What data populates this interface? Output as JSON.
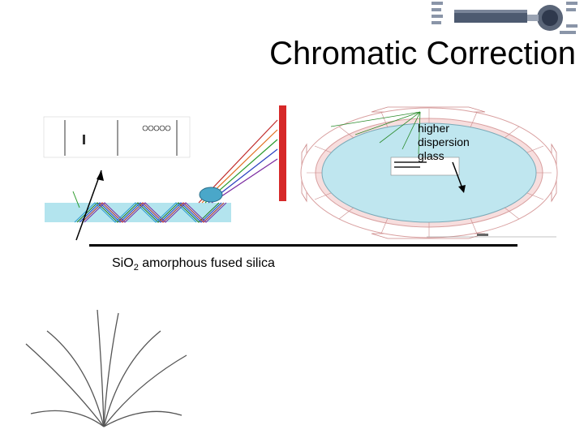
{
  "title": "Chromatic Correction",
  "caption": {
    "formula_main": "Si",
    "formula_element": "O",
    "formula_subscript": "2",
    "description": " amorphous fused silica"
  },
  "callout": {
    "line1": "higher",
    "line2": "dispersion",
    "line3": "glass"
  },
  "colors": {
    "mirror": "#d62828",
    "quartz_bar": "#b3e4ee",
    "ring_fill": "#bfe6ef",
    "divider": "#000000"
  }
}
